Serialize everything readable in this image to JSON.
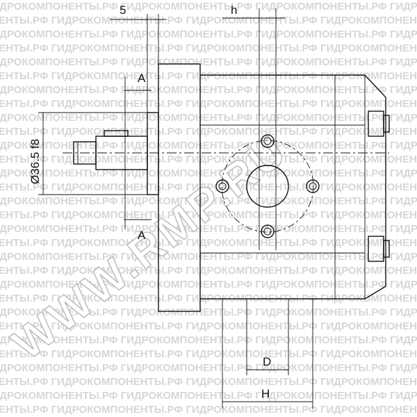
{
  "watermark": {
    "row_text": "ГИДРОКОМПОНЕНТЫ.РФ ГИДРОКОМПОНЕНТЫ.РФ ГИДРОКОМПОНЕНТЫ.РФ ГИДРОКОМПОНЕНТЫ.РФ",
    "diagonal_text": "WWW.RMP.RU"
  },
  "dimensions": {
    "flange_offset": "5",
    "port_offset": "h",
    "shaft_diameter": "Ø36.5 f8",
    "section_top": "A",
    "section_bottom": "A",
    "port_small": "D",
    "port_large": "H"
  },
  "colors": {
    "line": "#111111",
    "watermark": "#d6d6d6",
    "watermark_diagonal": "#c8c8c8"
  }
}
